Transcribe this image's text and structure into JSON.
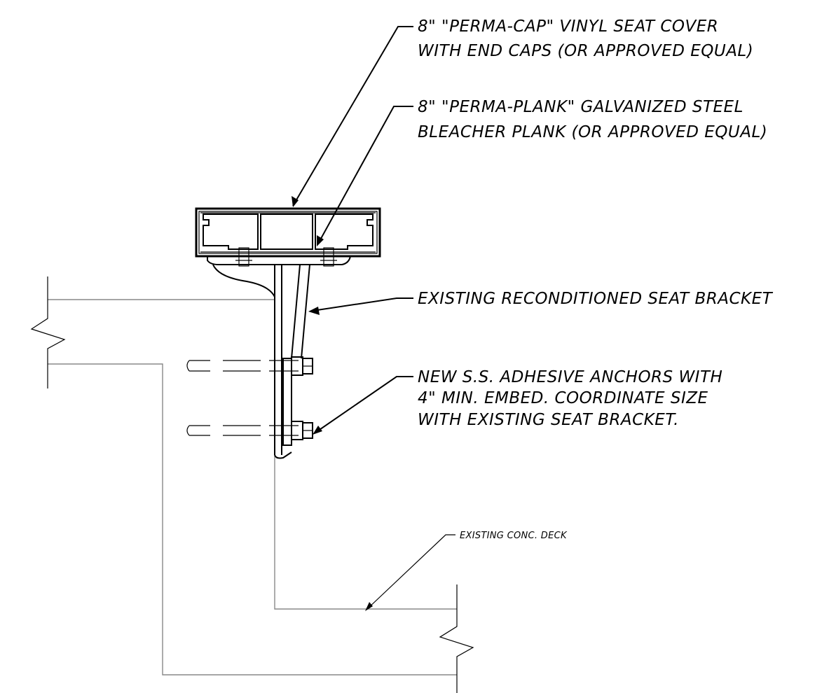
{
  "callouts": {
    "seat_cover": {
      "line1": "8\" \"PERMA-CAP\" VINYL SEAT COVER",
      "line2": "WITH END CAPS (OR APPROVED EQUAL)"
    },
    "plank": {
      "line1": "8\" \"PERMA-PLANK\" GALVANIZED STEEL",
      "line2": "BLEACHER PLANK (OR APPROVED EQUAL)"
    },
    "bracket": {
      "line1": "EXISTING RECONDITIONED SEAT BRACKET"
    },
    "anchors": {
      "line1": "NEW S.S. ADHESIVE ANCHORS WITH",
      "line2": "4\" MIN. EMBED. COORDINATE SIZE",
      "line3": "WITH EXISTING SEAT BRACKET."
    },
    "deck": {
      "line1": "EXISTING CONC. DECK"
    }
  }
}
